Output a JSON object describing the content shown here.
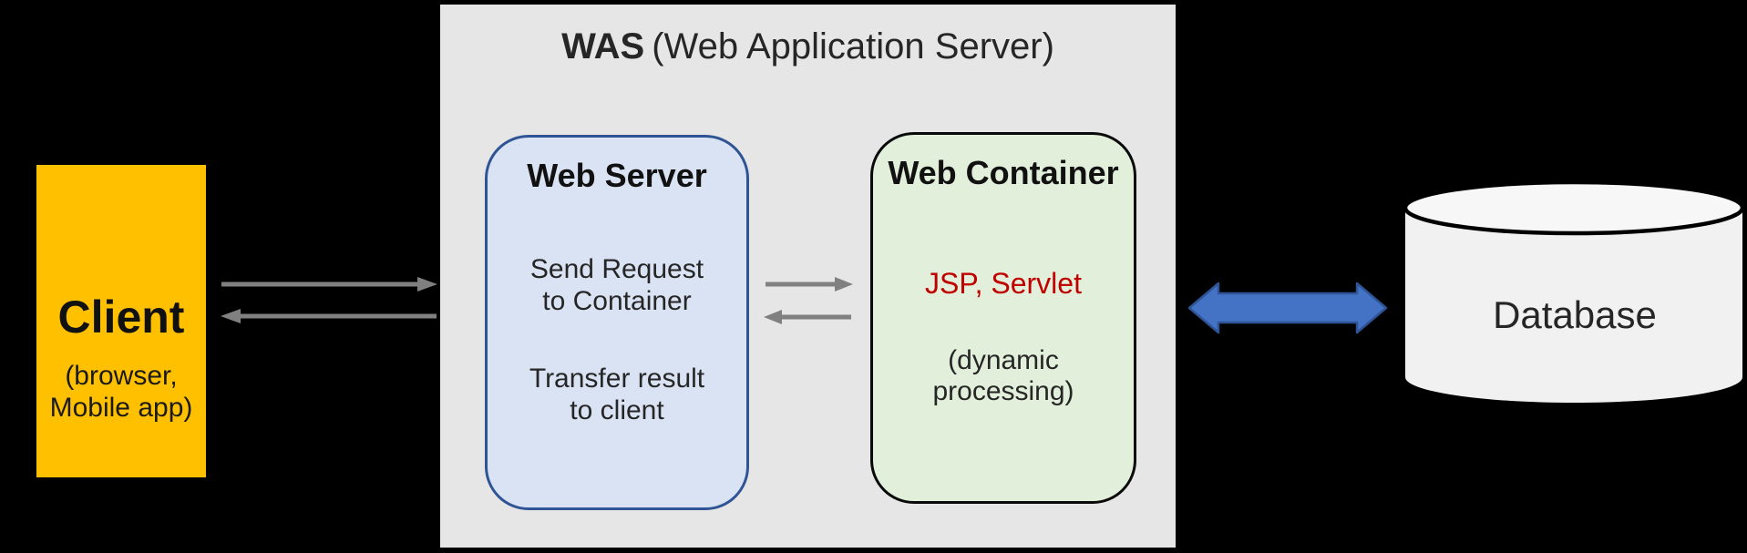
{
  "was": {
    "title_bold": "WAS",
    "title_rest": "(Web Application Server)"
  },
  "client": {
    "title": "Client",
    "subtitle_line1": "(browser,",
    "subtitle_line2": "Mobile app)"
  },
  "web_server": {
    "title": "Web Server",
    "line1": "Send Request",
    "line2": "to Container",
    "line3": "Transfer result",
    "line4": "to client"
  },
  "web_container": {
    "title": "Web Container",
    "tech": "JSP, Servlet",
    "line1": "(dynamic",
    "line2": "processing)"
  },
  "database": {
    "label": "Database"
  },
  "icons": {
    "client_request_arrow": "right-arrow",
    "client_response_arrow": "left-arrow",
    "server_container_request_arrow": "right-arrow",
    "server_container_response_arrow": "left-arrow",
    "was_database_arrow": "double-headed-arrow",
    "database_cylinder": "database-cylinder"
  },
  "colors": {
    "background": "#000000",
    "client_fill": "#FFC000",
    "was_panel_fill": "#E7E6E6",
    "web_server_fill": "#DAE3F3",
    "web_server_border": "#2F5496",
    "web_container_fill": "#E2EFDA",
    "web_container_border": "#0A0A0A",
    "tech_text": "#C00000",
    "gray_arrow": "#808080",
    "blue_arrow_fill": "#4472C4",
    "blue_arrow_border": "#2F5496",
    "database_fill": "#F2F2F2",
    "text": "#1F1F1F"
  }
}
